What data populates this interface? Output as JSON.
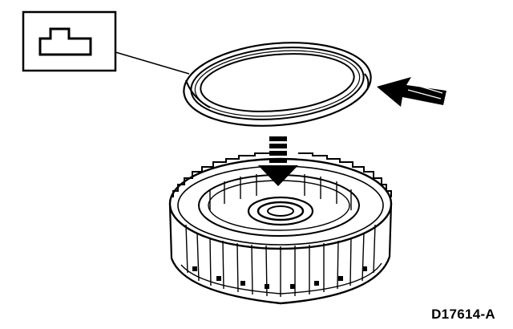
{
  "figure": {
    "reference_code": "D17614-A",
    "callout_icon": "seal-profile-icon",
    "parts": [
      "seal-ring",
      "clutch-drum"
    ],
    "indicators": [
      "insert-direction-arrow",
      "install-down-arrow"
    ]
  }
}
